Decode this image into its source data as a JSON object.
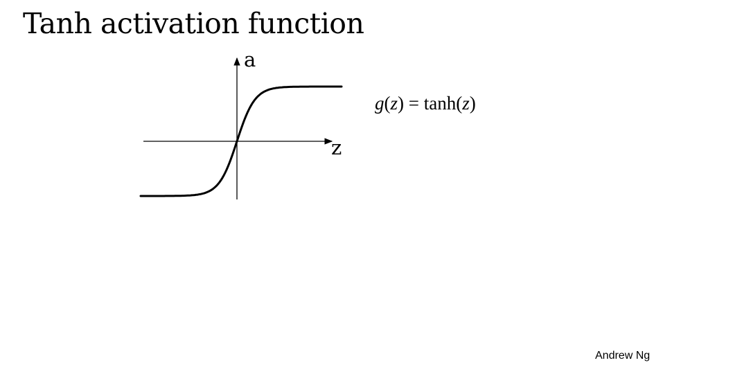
{
  "slide": {
    "title": "Tanh activation function",
    "author": "Andrew Ng"
  },
  "diagram": {
    "y_axis_label": "a",
    "x_axis_label": "z",
    "curve_function": "tanh",
    "formula": {
      "g": "g",
      "z1": "z",
      "middle": ") = tanh(",
      "z2": "z",
      "close": ")",
      "open": "("
    }
  }
}
